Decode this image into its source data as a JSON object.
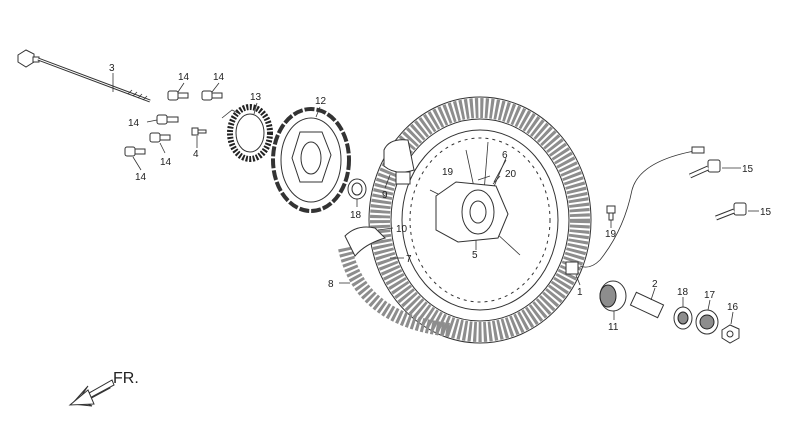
{
  "direction_label": "FR.",
  "callouts": {
    "c1": "1",
    "c2": "2",
    "c3": "3",
    "c4": "4",
    "c5": "5",
    "c6": "6",
    "c7": "7",
    "c8": "8",
    "c9": "9",
    "c10": "10",
    "c11": "11",
    "c12": "12",
    "c13": "13",
    "c14a": "14",
    "c14b": "14",
    "c14c": "14",
    "c14d": "14",
    "c14e": "14",
    "c15a": "15",
    "c15b": "15",
    "c16": "16",
    "c17": "17",
    "c18a": "18",
    "c18b": "18",
    "c19a": "19",
    "c19b": "19",
    "c20": "20"
  },
  "colors": {
    "line": "#333333",
    "tread": "#8d8d8d",
    "background": "#ffffff"
  }
}
